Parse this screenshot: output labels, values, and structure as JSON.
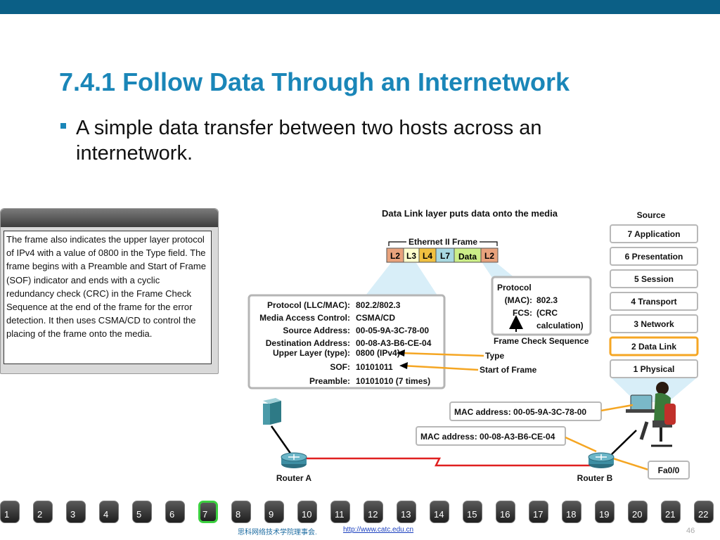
{
  "slide": {
    "title": "7.4.1 Follow Data Through an Internetwork",
    "bullet": "A simple data transfer between two hosts across an internetwork.",
    "page_number": "46"
  },
  "note_panel": {
    "text": "The frame also indicates the upper layer protocol of IPv4 with a value of 0800 in the Type field. The frame begins with a Preamble and Start of Frame (SOF) indicator and ends with a cyclic redundancy check (CRC) in the Frame Check Sequence at the end of the frame for the error detection. It then uses CSMA/CD to control the placing of the frame onto the media."
  },
  "diagram": {
    "heading": "Data Link layer puts data onto the media",
    "frame_label": "Ethernet II Frame",
    "frame_cells": [
      "L2",
      "L3",
      "L4",
      "L7",
      "Data",
      "L2"
    ],
    "frame_colors": [
      "#e8a27c",
      "#ffffcc",
      "#f0c040",
      "#a8d8e0",
      "#ccee88",
      "#e8a27c"
    ],
    "source_label": "Source",
    "osi_layers": [
      "7 Application",
      "6 Presentation",
      "5 Session",
      "4 Transport",
      "3 Network",
      "2 Data Link",
      "1 Physical"
    ],
    "active_layer": "2 Data Link",
    "info_labels": [
      "Protocol (LLC/MAC):",
      "Media Access Control:",
      "Source Address:",
      "Destination Address:",
      "Upper Layer (type):",
      "SOF:",
      "Preamble:"
    ],
    "info_values": [
      "802.2/802.3",
      "CSMA/CD",
      "00-05-9A-3C-78-00",
      "00-08-A3-B6-CE-04",
      "0800 (IPv4)",
      "10101011",
      "10101010 (7 times)"
    ],
    "fcs_box": {
      "protocol": "Protocol",
      "mac_label": "(MAC):",
      "mac_value": "802.3",
      "fcs_label": "FCS:",
      "fcs_value_1": "(CRC",
      "fcs_value_2": "calculation)"
    },
    "fcs_caption": "Frame Check Sequence",
    "type_caption": "Type",
    "sof_caption": "Start of Frame",
    "mac_source": "MAC address: 00-05-9A-3C-78-00",
    "mac_dest": "MAC address: 00-08-A3-B6-CE-04",
    "interface": "Fa0/0",
    "router_a": "Router A",
    "router_b": "Router B"
  },
  "nav": {
    "buttons": [
      "1",
      "2",
      "3",
      "4",
      "5",
      "6",
      "7",
      "8",
      "9",
      "10",
      "11",
      "12",
      "13",
      "14",
      "15",
      "16",
      "17",
      "18",
      "19",
      "20",
      "21",
      "22"
    ],
    "active": "7"
  },
  "footer": {
    "org_text": "思科网络技术学院理事会.",
    "link_text": "http://www.catc.edu.cn"
  }
}
